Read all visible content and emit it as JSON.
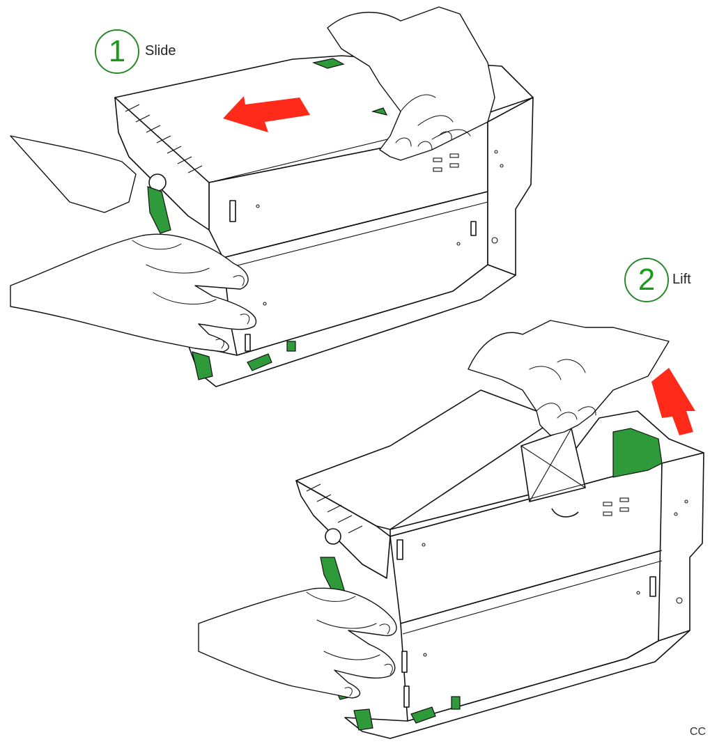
{
  "steps": [
    {
      "number": "1",
      "label": "Slide"
    },
    {
      "number": "2",
      "label": "Lift"
    }
  ],
  "figure_code": "CC",
  "colors": {
    "arrow": "#ff2a1a",
    "latch": "#2e9a3a",
    "latch_dark": "#1c6a26",
    "outline": "#111111",
    "step_number": "#1a9a1a"
  }
}
